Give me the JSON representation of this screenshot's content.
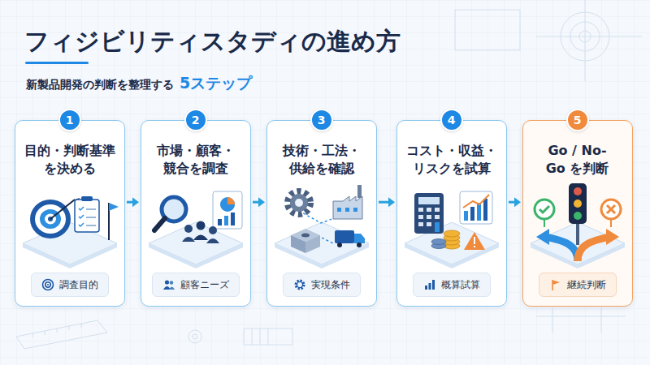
{
  "diagram": {
    "title": "フィジビリティスタディの進め方",
    "nodes": [
      {
        "text": [
          "目的・判断基準 を決める"
        ]
      },
      {
        "text": [
          "1"
        ],
        "in": 0
      },
      {
        "text": [
          "調査目的"
        ],
        "in": 0
      },
      {
        "text": [
          "市場・顧客・ 競合を調査"
        ]
      },
      {
        "text": [
          "2"
        ],
        "in": 3
      },
      {
        "text": [
          "顧客ニーズ"
        ],
        "in": 3
      },
      {
        "text": [
          "技術・工法・ 供給を確認"
        ]
      },
      {
        "text": [
          "3"
        ],
        "in": 6
      },
      {
        "text": [
          "実現条件"
        ],
        "in": 6
      },
      {
        "text": [
          "コスト・収益・ リスクを試算"
        ]
      },
      {
        "text": [
          "4"
        ],
        "in": 9
      },
      {
        "text": [
          "概算試算"
        ],
        "in": 9
      },
      {
        "text": [
          "Go / No-Go を判断"
        ]
      },
      {
        "text": [
          "5"
        ],
        "in": 12
      },
      {
        "text": [
          "継続判断"
        ],
        "in": 12
      }
    ],
    "edges": [
      {
        "from": 0,
        "to": 3,
        "arrow": "to"
      },
      {
        "from": 3,
        "to": 6,
        "arrow": "to"
      },
      {
        "from": 6,
        "to": 9,
        "arrow": "to"
      },
      {
        "from": 9,
        "to": 12,
        "arrow": "to"
      }
    ],
    "labels": [
      "新製品開発の判断を整理する",
      "5ステップ"
    ]
  }
}
